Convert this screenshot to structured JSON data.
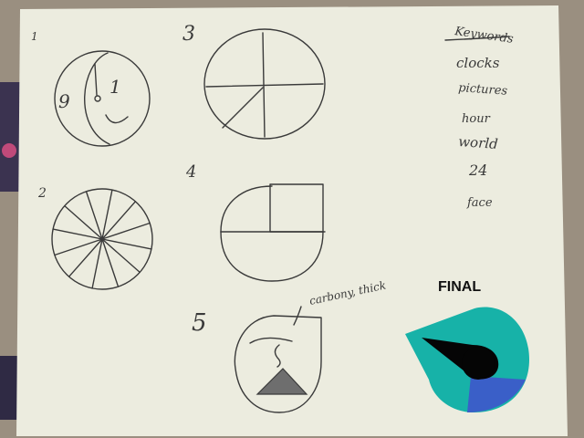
{
  "sketch_numbers": {
    "s1": "1",
    "s2": "2",
    "s3": "3",
    "s4": "4",
    "s5": "5"
  },
  "clock_digits": {
    "nine": "9",
    "one": "1"
  },
  "annotation": "carbony, thick",
  "keywords": {
    "title": "Keywords",
    "items": [
      "clocks",
      "pictures",
      "hour",
      "world",
      "24",
      "face"
    ]
  },
  "final_label": "FINAL",
  "logo_colors": {
    "teal": "#17b2a8",
    "blue": "#3a5fc8",
    "black": "#050505"
  },
  "paper_color": "#ececdf"
}
